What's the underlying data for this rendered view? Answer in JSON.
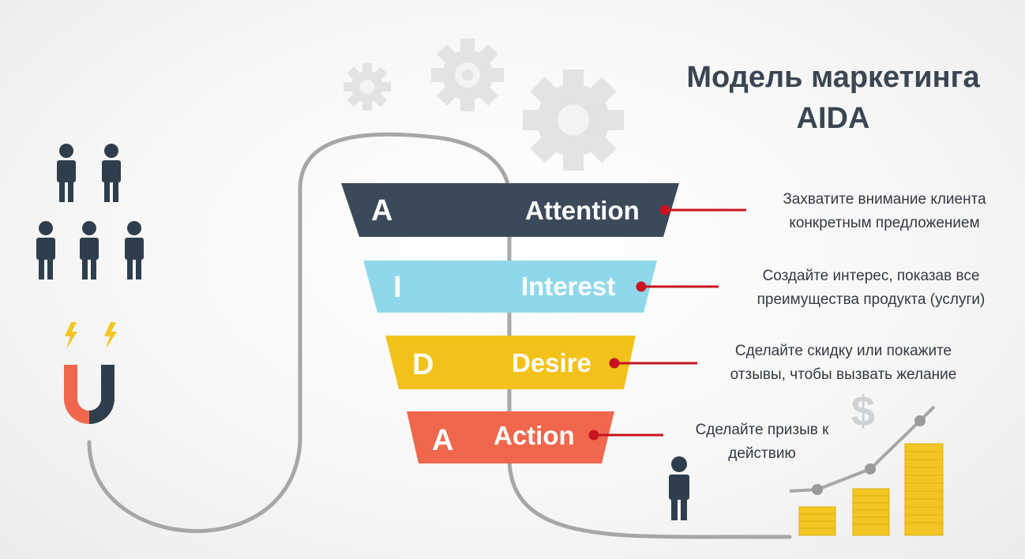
{
  "title": {
    "line1": "Модель маркетинга",
    "line2": "AIDA"
  },
  "colors": {
    "attention": "#3b4a5a",
    "interest": "#8fd8ec",
    "desire": "#f2c21b",
    "action": "#f0674d",
    "connector": "#c8141e",
    "line": "#a7a7a7",
    "icon": "#2f3e4c",
    "coin": "#f3c623"
  },
  "stages": [
    {
      "letter": "A",
      "name": "Attention",
      "desc_lines": [
        "Захватите внимание клиента",
        "конкретным предложением"
      ]
    },
    {
      "letter": "I",
      "name": "Interest",
      "desc_lines": [
        "Создайте интерес, показав все",
        "преимущества продукта (услуги)"
      ]
    },
    {
      "letter": "D",
      "name": "Desire",
      "desc_lines": [
        "Сделайте скидку или покажите",
        "отзывы, чтобы вызвать желание"
      ]
    },
    {
      "letter": "A",
      "name": "Action",
      "desc_lines": [
        "Сделайте призыв к",
        "действию"
      ]
    }
  ],
  "icons": {
    "people": "people-group-icon",
    "magnet": "magnet-icon",
    "gears": "gear-icon",
    "person": "person-icon",
    "dollar": "dollar-sign-icon",
    "chart": "growth-bar-chart-icon"
  },
  "dollar_sign": "$"
}
